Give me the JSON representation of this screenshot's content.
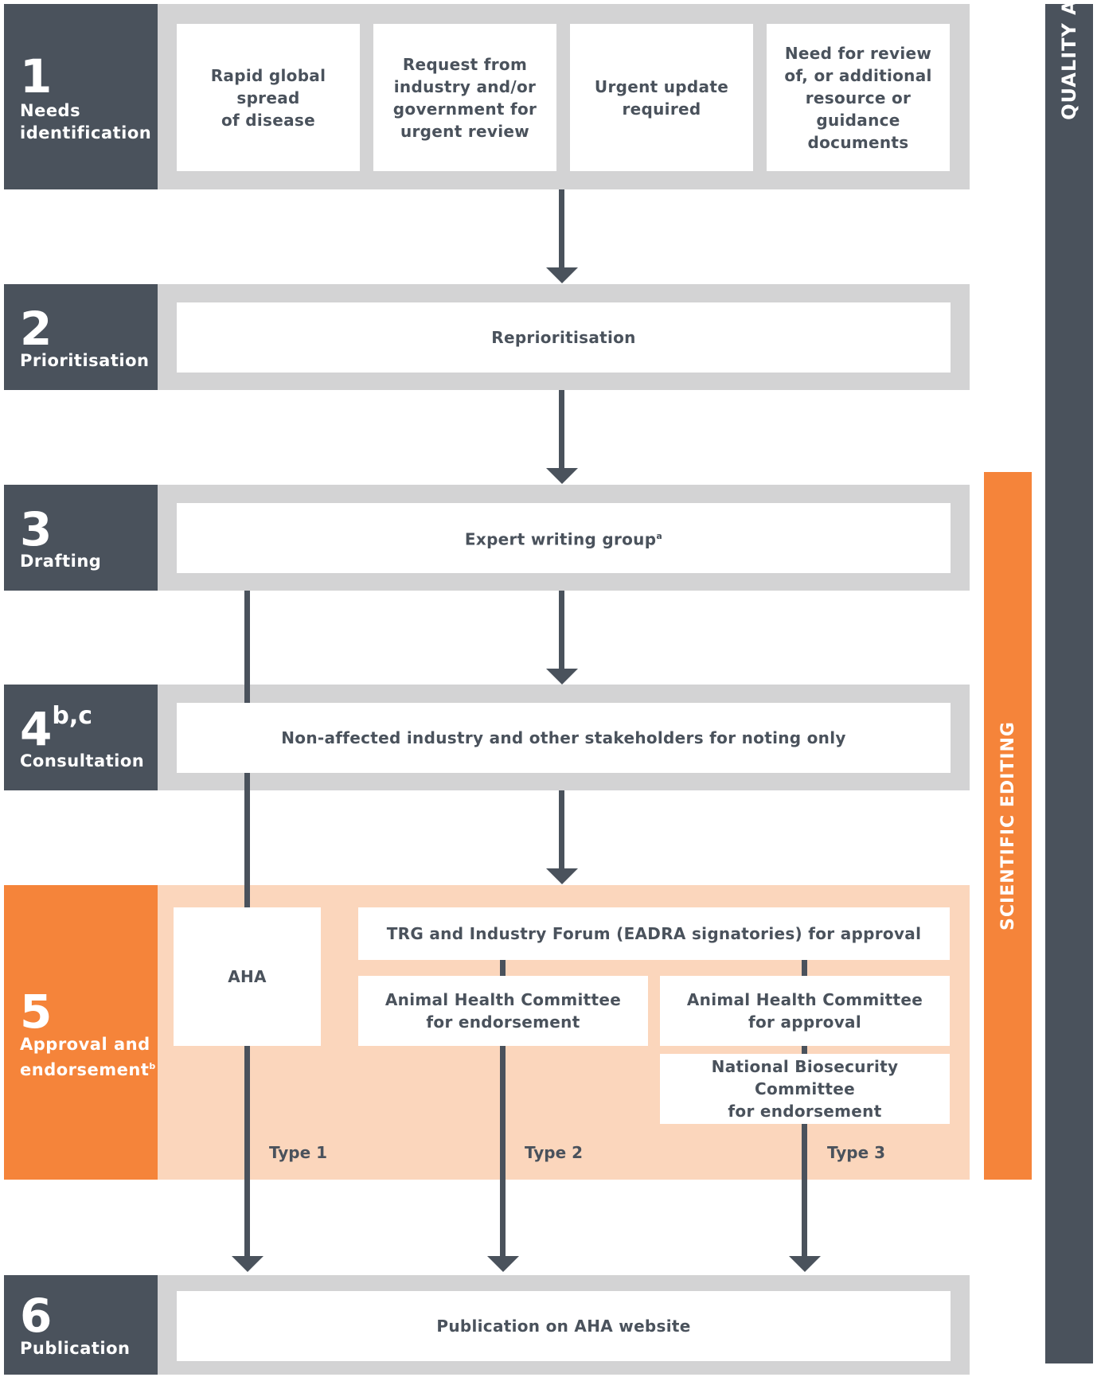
{
  "stages": [
    {
      "number": "1",
      "label_line1": "Needs",
      "label_line2": "identification"
    },
    {
      "number": "2",
      "label_line1": "Prioritisation"
    },
    {
      "number": "3",
      "label_line1": "Drafting"
    },
    {
      "number": "4",
      "superscript": "b,c",
      "label_line1": "Consultation"
    },
    {
      "number": "5",
      "label_line1": "Approval and",
      "label_line2": "endorsement",
      "label_line2_sup": "b"
    },
    {
      "number": "6",
      "label_line1": "Publication"
    }
  ],
  "needs_boxes": [
    [
      "Rapid global spread",
      "of disease"
    ],
    [
      "Request from",
      "industry and/or",
      "government for",
      "urgent review"
    ],
    [
      "Urgent update",
      "required"
    ],
    [
      "Need for review",
      "of, or additional",
      "resource or",
      "guidance",
      "documents"
    ]
  ],
  "prioritisation_box": "Reprioritisation",
  "drafting_box": "Expert writing group",
  "drafting_box_sup": "a",
  "consultation_box": "Non-affected industry and other stakeholders for noting only",
  "approval": {
    "aha": "AHA",
    "trg": "TRG and Industry Forum (EADRA signatories) for approval",
    "ahc_endorse": [
      "Animal Health Committee",
      "for endorsement"
    ],
    "ahc_approve": [
      "Animal Health Committee",
      "for approval"
    ],
    "nbc": [
      "National Biosecurity Committee",
      "for endorsement"
    ],
    "type1": "Type 1",
    "type2": "Type 2",
    "type3": "Type 3"
  },
  "publication_box": "Publication on AHA website",
  "side_bars": {
    "scientific_editing": "SCIENTIFIC EDITING",
    "quality_assurance": "QUALITY ASSURANCE"
  },
  "colors": {
    "stage_dark": "#4a525c",
    "stage_orange": "#f5843a",
    "band_grey": "#d3d3d4",
    "band_peach": "#fbd6bc"
  }
}
